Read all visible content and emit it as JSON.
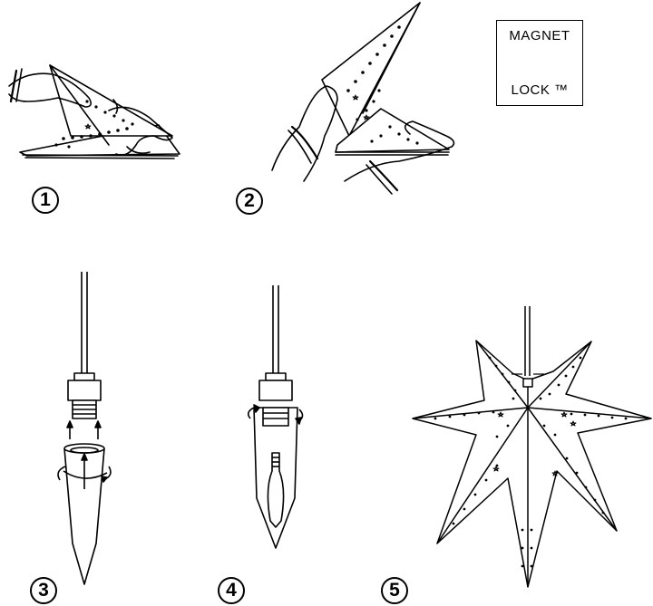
{
  "legend": {
    "title": "MAGNET",
    "subtitle": "LOCK ™"
  },
  "steps": [
    {
      "number": "1"
    },
    {
      "number": "2"
    },
    {
      "number": "3"
    },
    {
      "number": "4"
    },
    {
      "number": "5"
    }
  ]
}
